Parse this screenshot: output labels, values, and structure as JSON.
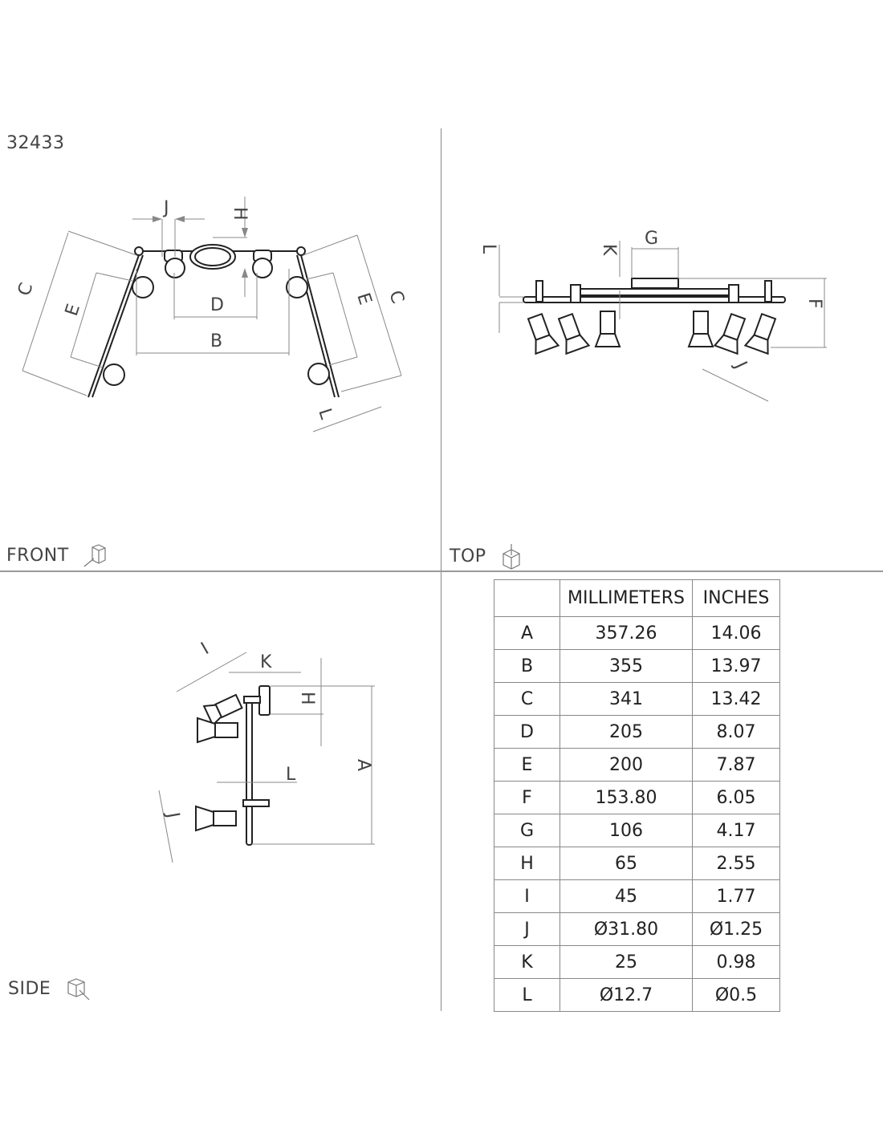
{
  "product_code": "32433",
  "views": {
    "front": "FRONT",
    "top": "TOP",
    "side": "SIDE"
  },
  "icons": {
    "front": "cube-front-view-icon",
    "top": "cube-top-view-icon",
    "side": "cube-side-view-icon"
  },
  "dimension_labels": {
    "A": "A",
    "B": "B",
    "C": "C",
    "D": "D",
    "E": "E",
    "F": "F",
    "G": "G",
    "H": "H",
    "I": "I",
    "J": "J",
    "K": "K",
    "L": "L"
  },
  "table": {
    "headers": [
      "",
      "MILLIMETERS",
      "INCHES"
    ],
    "rows": [
      {
        "key": "A",
        "mm": "357.26",
        "in": "14.06"
      },
      {
        "key": "B",
        "mm": "355",
        "in": "13.97"
      },
      {
        "key": "C",
        "mm": "341",
        "in": "13.42"
      },
      {
        "key": "D",
        "mm": "205",
        "in": "8.07"
      },
      {
        "key": "E",
        "mm": "200",
        "in": "7.87"
      },
      {
        "key": "F",
        "mm": "153.80",
        "in": "6.05"
      },
      {
        "key": "G",
        "mm": "106",
        "in": "4.17"
      },
      {
        "key": "H",
        "mm": "65",
        "in": "2.55"
      },
      {
        "key": "I",
        "mm": "45",
        "in": "1.77"
      },
      {
        "key": "J",
        "mm": "Ø31.80",
        "in": "Ø1.25"
      },
      {
        "key": "K",
        "mm": "25",
        "in": "0.98"
      },
      {
        "key": "L",
        "mm": "Ø12.7",
        "in": "Ø0.5"
      }
    ]
  }
}
